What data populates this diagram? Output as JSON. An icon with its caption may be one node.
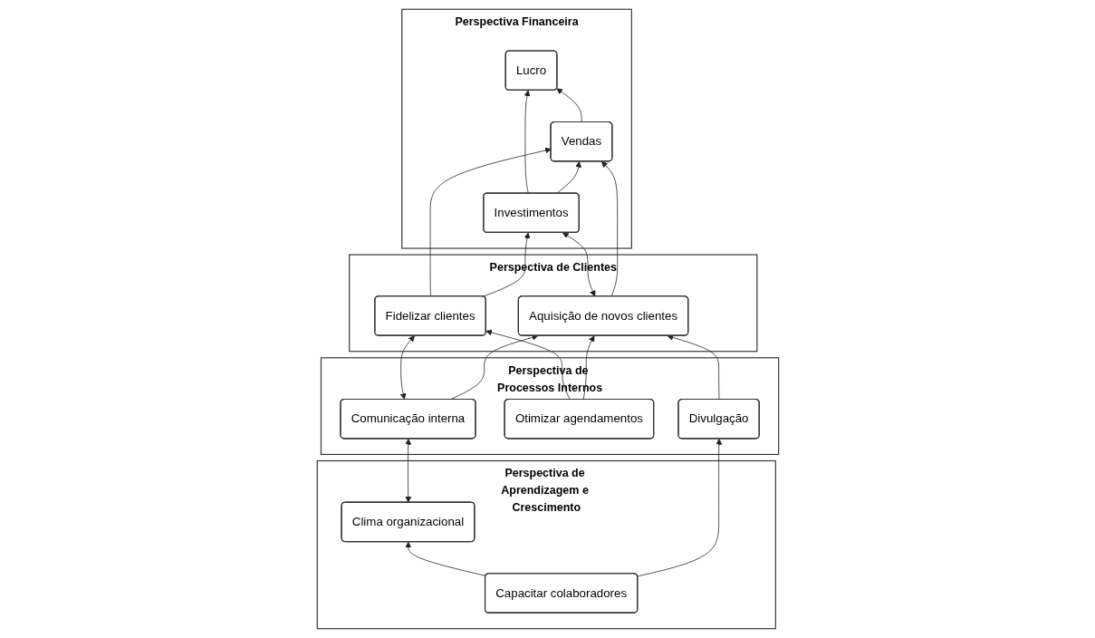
{
  "diagram": {
    "nodes": [
      {
        "text": [
          "Perspectiva Financeira"
        ]
      },
      {
        "text": [
          "Lucro"
        ],
        "in": 0
      },
      {
        "text": [
          "Vendas"
        ],
        "in": 0
      },
      {
        "text": [
          "Investimentos"
        ],
        "in": 0
      },
      {
        "text": [
          "Perspectiva de Clientes"
        ]
      },
      {
        "text": [
          "Fidelizar clientes"
        ],
        "in": 4
      },
      {
        "text": [
          "Aquisição de novos clientes"
        ],
        "in": 4
      },
      {
        "text": [
          "Perspectiva de Processos Internos"
        ]
      },
      {
        "text": [
          "Comunicação interna"
        ],
        "in": 7
      },
      {
        "text": [
          "Otimizar agendamentos"
        ],
        "in": 7
      },
      {
        "text": [
          "Divulgação"
        ],
        "in": 7
      },
      {
        "text": [
          "Perspectiva de Aprendizagem e Crescimento"
        ]
      },
      {
        "text": [
          "Clima organizacional"
        ],
        "in": 11
      },
      {
        "text": [
          "Capacitar colaboradores"
        ],
        "in": 11
      }
    ],
    "edges": [
      {
        "from": 2,
        "to": 1,
        "arrow": "to"
      },
      {
        "from": 3,
        "to": 1,
        "arrow": "to"
      },
      {
        "from": 3,
        "to": 2,
        "arrow": "to"
      },
      {
        "from": 5,
        "to": 2,
        "arrow": "to"
      },
      {
        "from": 6,
        "to": 3,
        "arrow": "both"
      },
      {
        "from": 5,
        "to": 3,
        "arrow": "to"
      },
      {
        "from": 6,
        "to": 2,
        "arrow": "to"
      },
      {
        "from": 8,
        "to": 5,
        "arrow": "both"
      },
      {
        "from": 8,
        "to": 6,
        "arrow": "to"
      },
      {
        "from": 9,
        "to": 5,
        "arrow": "to"
      },
      {
        "from": 9,
        "to": 6,
        "arrow": "to"
      },
      {
        "from": 10,
        "to": 6,
        "arrow": "to"
      },
      {
        "from": 12,
        "to": 8,
        "arrow": "both"
      },
      {
        "from": 13,
        "to": 12,
        "arrow": "to"
      },
      {
        "from": 13,
        "to": 10,
        "arrow": "to"
      }
    ]
  }
}
